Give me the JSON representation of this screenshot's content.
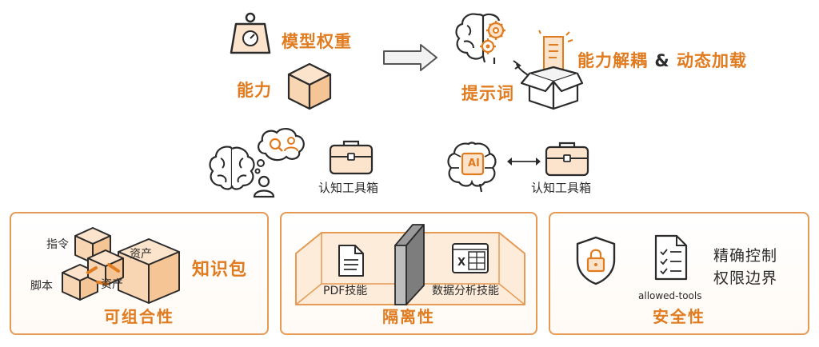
{
  "top": {
    "model_weights": "模型权重",
    "capability": "能力",
    "prompt": "提示词",
    "decouple": "能力解耦",
    "amp": "&",
    "dynamic_load": "动态加载"
  },
  "middle": {
    "toolbox_left": "认知工具箱",
    "toolbox_right": "认知工具箱",
    "ai_badge": "AI"
  },
  "panels": [
    {
      "title": "可组合性",
      "instruction": "指令",
      "script": "脚本",
      "asset_big": "资产",
      "asset_small": "资产",
      "knowledge_pack": "知识包"
    },
    {
      "title": "隔离性",
      "doc_label": "PDF技能",
      "sheet_label": "数据分析技能",
      "sheet_x": "X"
    },
    {
      "title": "安全性",
      "file_label": "allowed-tools",
      "line1": "精确控制",
      "line2": "权限边界"
    }
  ],
  "colors": {
    "accent": "#e07b1f",
    "accent_light": "#f9d6b3",
    "border": "#e59a55",
    "ink": "#2b2b2b"
  }
}
